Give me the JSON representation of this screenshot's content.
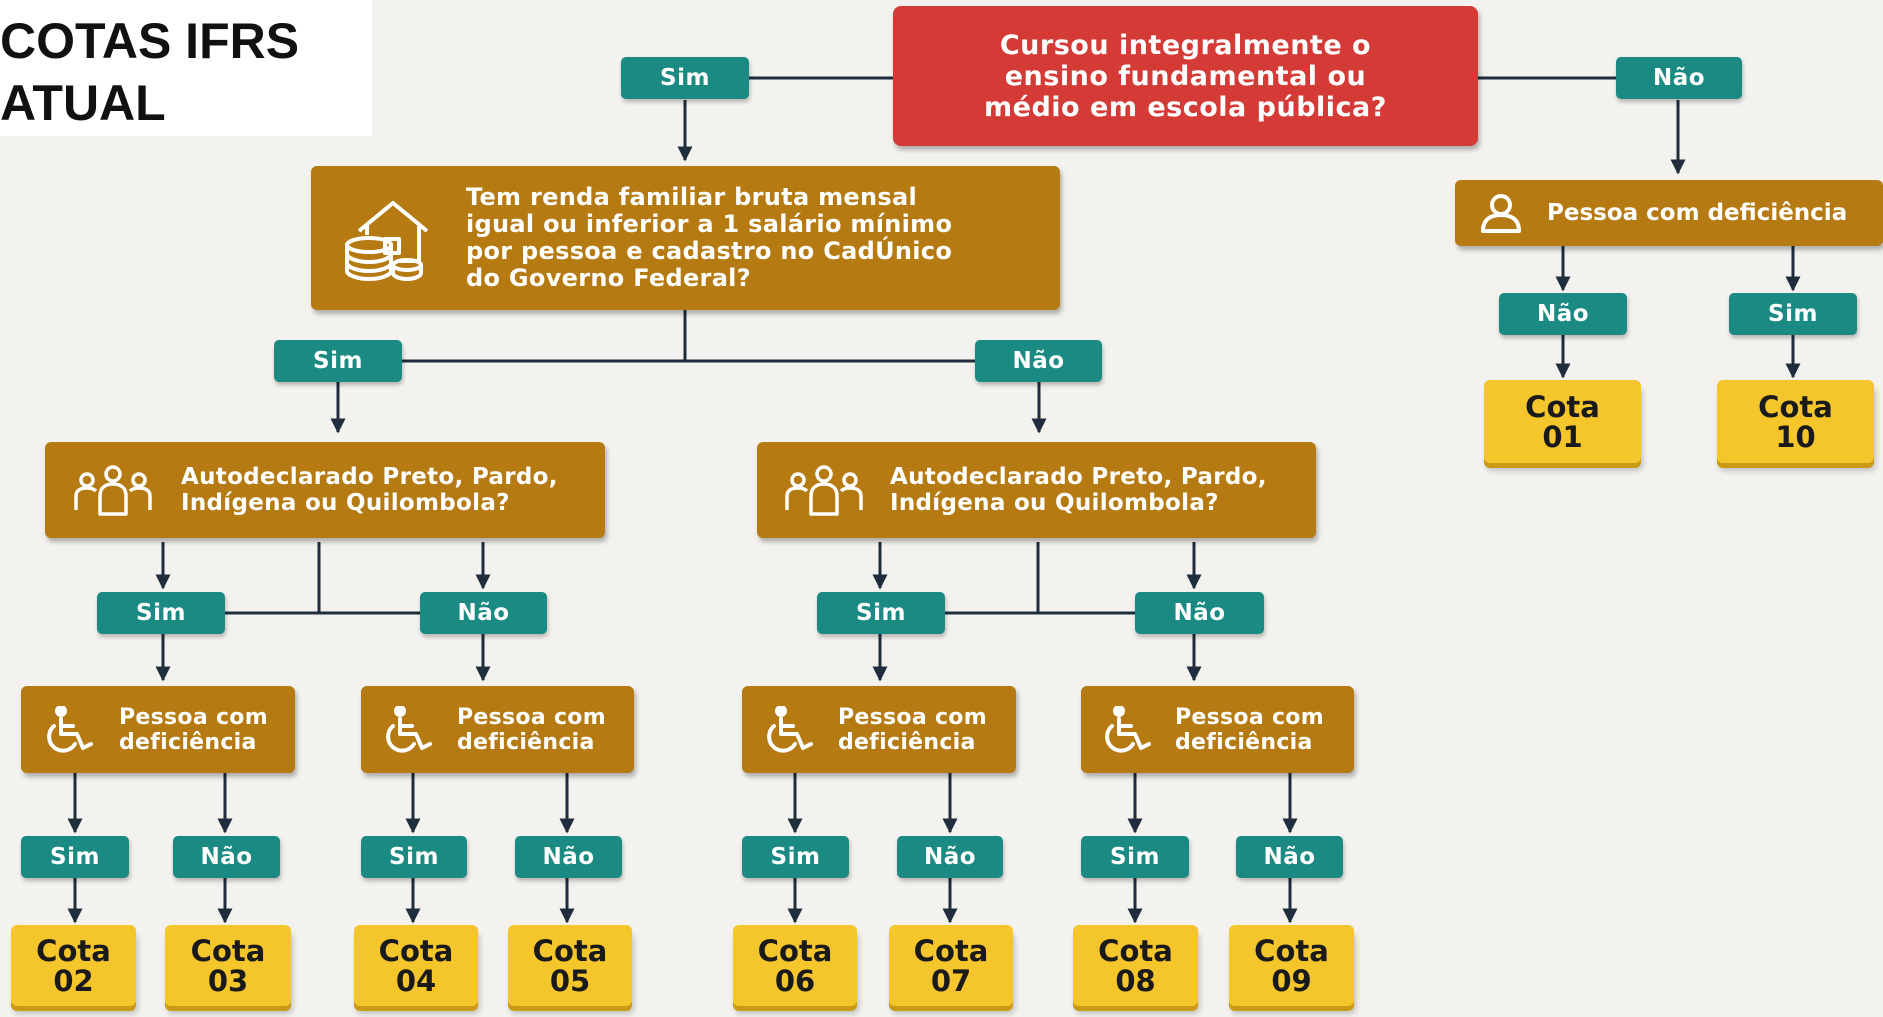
{
  "title": {
    "line1": "COTAS IFRS",
    "line2": "ATUAL"
  },
  "colors": {
    "question": "#d43a36",
    "criterion": "#b57a12",
    "answer": "#1a8a83",
    "quota": "#f5c52c",
    "line": "#1f2d3d"
  },
  "root": {
    "lines": [
      "Cursou integralmente o",
      "ensino fundamental ou",
      "médio em escola pública?"
    ],
    "yes": "Sim",
    "no": "Não"
  },
  "income": {
    "icon": "house-coins-icon",
    "lines": [
      "Tem renda familiar bruta mensal",
      "igual ou inferior a 1 salário mínimo",
      "por pessoa e cadastro no CadÚnico",
      "do Governo Federal?"
    ],
    "yes": "Sim",
    "no": "Não"
  },
  "private_branch": {
    "icon": "person-icon",
    "label": "Pessoa com deficiência",
    "no": "Não",
    "yes": "Sim",
    "quota_no": [
      "Cota",
      "01"
    ],
    "quota_yes": [
      "Cota",
      "10"
    ]
  },
  "race_left": {
    "icon": "group-icon",
    "lines": [
      "Autodeclarado Preto, Pardo,",
      "Indígena ou Quilombola?"
    ],
    "yes": "Sim",
    "no": "Não"
  },
  "race_right": {
    "icon": "group-icon",
    "lines": [
      "Autodeclarado Preto, Pardo,",
      "Indígena ou Quilombola?"
    ],
    "yes": "Sim",
    "no": "Não"
  },
  "pcd": [
    {
      "icon": "wheelchair-icon",
      "lines": [
        "Pessoa com",
        "deficiência"
      ],
      "yes": "Sim",
      "no": "Não",
      "quota_yes": [
        "Cota",
        "02"
      ],
      "quota_no": [
        "Cota",
        "03"
      ]
    },
    {
      "icon": "wheelchair-icon",
      "lines": [
        "Pessoa com",
        "deficiência"
      ],
      "yes": "Sim",
      "no": "Não",
      "quota_yes": [
        "Cota",
        "04"
      ],
      "quota_no": [
        "Cota",
        "05"
      ]
    },
    {
      "icon": "wheelchair-icon",
      "lines": [
        "Pessoa com",
        "deficiência"
      ],
      "yes": "Sim",
      "no": "Não",
      "quota_yes": [
        "Cota",
        "06"
      ],
      "quota_no": [
        "Cota",
        "07"
      ]
    },
    {
      "icon": "wheelchair-icon",
      "lines": [
        "Pessoa com",
        "deficiência"
      ],
      "yes": "Sim",
      "no": "Não",
      "quota_yes": [
        "Cota",
        "08"
      ],
      "quota_no": [
        "Cota",
        "09"
      ]
    }
  ]
}
